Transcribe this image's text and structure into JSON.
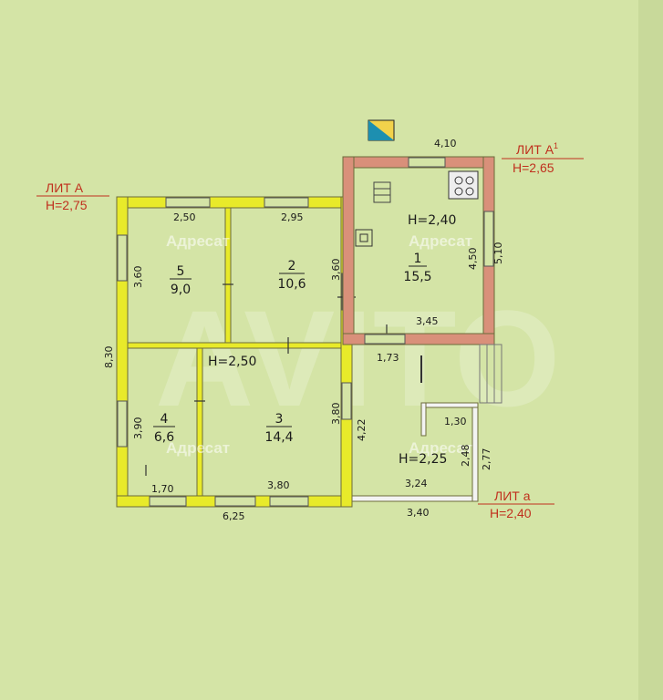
{
  "colors": {
    "background": "#d4e4a6",
    "main_walls": "#e8ea2a",
    "annex_walls": "#d9907a",
    "wall_outline": "#6b6b3a",
    "label_red": "#c0301e",
    "compass_fill": "#1d8fb0"
  },
  "labels": {
    "lit_a": "ЛИТ А",
    "lit_a_height": "H=2,75",
    "lit_a1_prefix": "ЛИТ А",
    "lit_a1_sup": "1",
    "lit_a1_height": "H=2,65",
    "lit_a_small": "ЛИТ а",
    "lit_a_small_height": "H=2,40"
  },
  "heights": {
    "annex": "H=2,40",
    "main": "H=2,50",
    "porch": "H=2,25"
  },
  "rooms": [
    {
      "number": "1",
      "area": "15,5"
    },
    {
      "number": "2",
      "area": "10,6"
    },
    {
      "number": "3",
      "area": "14,4"
    },
    {
      "number": "4",
      "area": "6,6"
    },
    {
      "number": "5",
      "area": "9,0"
    }
  ],
  "dimensions": {
    "top_annex": "4,10",
    "top_room5": "2,50",
    "top_room2": "2,95",
    "left_room5": "3,60",
    "right_room2": "3,60",
    "overall_left": "8,30",
    "room1_inner_right": "4,50",
    "annex_outer_right": "5,10",
    "annex_bottom": "3,45",
    "porch_top": "1,73",
    "left_room4": "3,90",
    "room3_right": "3,80",
    "porch_left": "4,22",
    "porch_step": "1,30",
    "porch_right_inner": "2,48",
    "porch_right_outer": "2,77",
    "porch_bottom_inner": "3,24",
    "porch_bottom_outer": "3,40",
    "bottom_room4": "1,70",
    "bottom_room3": "3,80",
    "overall_bottom": "6,25"
  },
  "watermarks": {
    "brand": "Адресат",
    "big_mark": "AVITO"
  }
}
